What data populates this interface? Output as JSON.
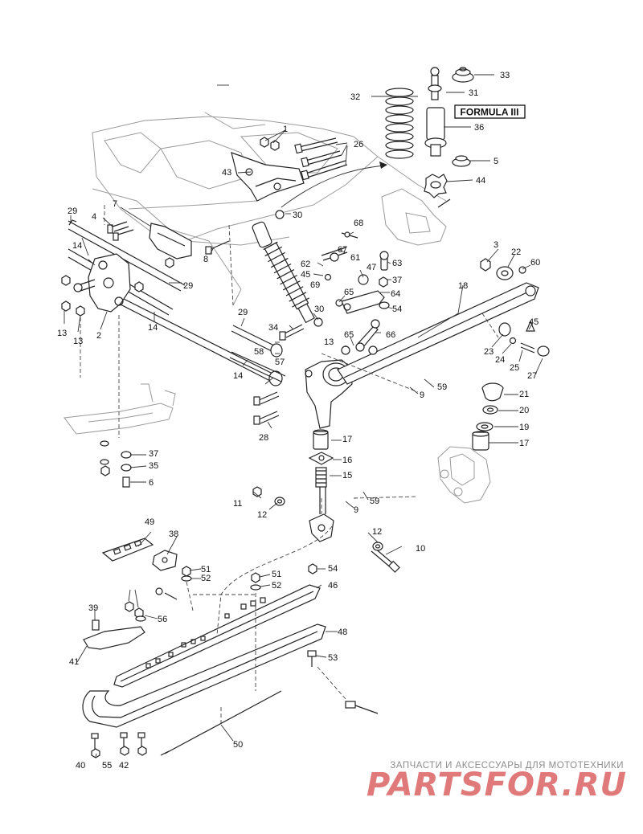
{
  "diagram": {
    "model_label": "FORMULA III",
    "callouts": [
      "1",
      "2",
      "3",
      "4",
      "5",
      "6",
      "7",
      "8",
      "9",
      "9",
      "10",
      "11",
      "12",
      "12",
      "13",
      "13",
      "13",
      "14",
      "14",
      "14",
      "15",
      "16",
      "17",
      "17",
      "18",
      "19",
      "20",
      "21",
      "22",
      "23",
      "24",
      "25",
      "26",
      "27",
      "28",
      "29",
      "29",
      "29",
      "30",
      "30",
      "31",
      "32",
      "33",
      "34",
      "35",
      "36",
      "37",
      "37",
      "38",
      "39",
      "40",
      "41",
      "42",
      "43",
      "44",
      "45",
      "45",
      "46",
      "47",
      "48",
      "49",
      "50",
      "51",
      "51",
      "52",
      "52",
      "53",
      "54",
      "54",
      "55",
      "56",
      "57",
      "58",
      "59",
      "59",
      "60",
      "61",
      "62",
      "63",
      "64",
      "65",
      "65",
      "66",
      "67",
      "68",
      "69"
    ]
  },
  "watermark": {
    "tagline": "ЗАПЧАСТИ И АКСЕССУАРЫ ДЛЯ МОТОТЕХНИКИ",
    "brand": "PARTSFOR.RU"
  }
}
